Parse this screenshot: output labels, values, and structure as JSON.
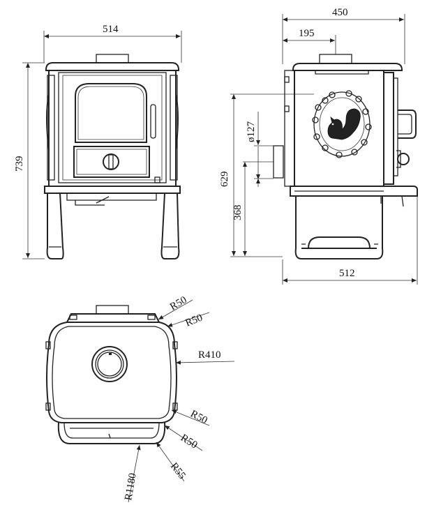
{
  "front_view": {
    "width_label": "514",
    "height_label": "739"
  },
  "side_view": {
    "depth_label": "450",
    "flue_offset_label": "195",
    "flue_diameter_label": "ø127",
    "height_flue_label": "629",
    "height_rear_label": "368",
    "base_depth_label": "512"
  },
  "top_view": {
    "radius_1": "R50",
    "radius_2": "R50",
    "radius_3": "R410",
    "radius_4": "R50",
    "radius_5": "R50",
    "radius_6": "R55",
    "radius_7": "R1180"
  }
}
